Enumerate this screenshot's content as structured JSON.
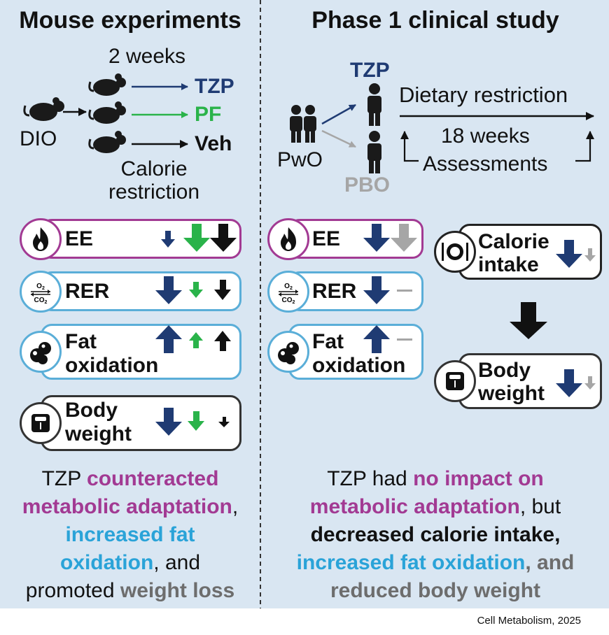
{
  "left": {
    "title": "Mouse experiments",
    "duration": "2 weeks",
    "start_label": "DIO",
    "groups": [
      {
        "label": "TZP",
        "color": "#1f3b73"
      },
      {
        "label": "PF",
        "color": "#2ab34a"
      },
      {
        "label": "Veh",
        "color": "#111111"
      }
    ],
    "condition_line1": "Calorie",
    "condition_line2": "restriction",
    "outcomes": {
      "ee": "EE",
      "rer": "RER",
      "fat_line1": "Fat",
      "fat_line2": "oxidation",
      "bw_line1": "Body",
      "bw_line2": "weight"
    },
    "summary": {
      "l1_a": "TZP ",
      "l1_b": "counteracted",
      "l2_a": "metabolic adaptation",
      "l2_b": ",",
      "l3": "increased fat",
      "l4_a": "oxidation",
      "l4_b": ", and",
      "l5_a": "promoted ",
      "l5_b": "weight loss"
    }
  },
  "right": {
    "title": "Phase 1 clinical study",
    "start_label": "PwO",
    "arm_tzp": "TZP",
    "arm_pbo": "PBO",
    "intervention": "Dietary restriction",
    "duration": "18 weeks",
    "assessments": "Assessments",
    "outcomes": {
      "ee": "EE",
      "rer": "RER",
      "fat_line1": "Fat",
      "fat_line2": "oxidation",
      "calorie_line1": "Calorie",
      "calorie_line2": "intake",
      "bw_line1": "Body",
      "bw_line2": "weight"
    },
    "summary": {
      "l1_a": "TZP had ",
      "l1_b": "no impact on",
      "l2_a": "metabolic adaptation",
      "l2_b": ", but",
      "l3": "decreased calorie intake,",
      "l4_a": "increased fat oxidation",
      "l4_b": ", and",
      "l5": "reduced body weight"
    }
  },
  "icons": {
    "ee": "flame-icon",
    "rer": "o2-co2-exchange-icon",
    "fat": "fat-droplets-icon",
    "bw": "scale-icon",
    "calorie": "plate-cutlery-icon",
    "mouse": "mouse-icon",
    "person": "person-icon"
  },
  "chem": {
    "o2": "O",
    "co2": "CO",
    "sub": "2"
  },
  "colors": {
    "tzp": "#1f3b73",
    "pf": "#2ab34a",
    "veh": "#111111",
    "pbo": "#a6a6a6",
    "purple": "#a23a93",
    "cyan": "#2aa3d8",
    "gray_text": "#6d6d6d",
    "panel_bg": "#d9e6f2"
  },
  "citation": "Cell Metabolism, 2025"
}
